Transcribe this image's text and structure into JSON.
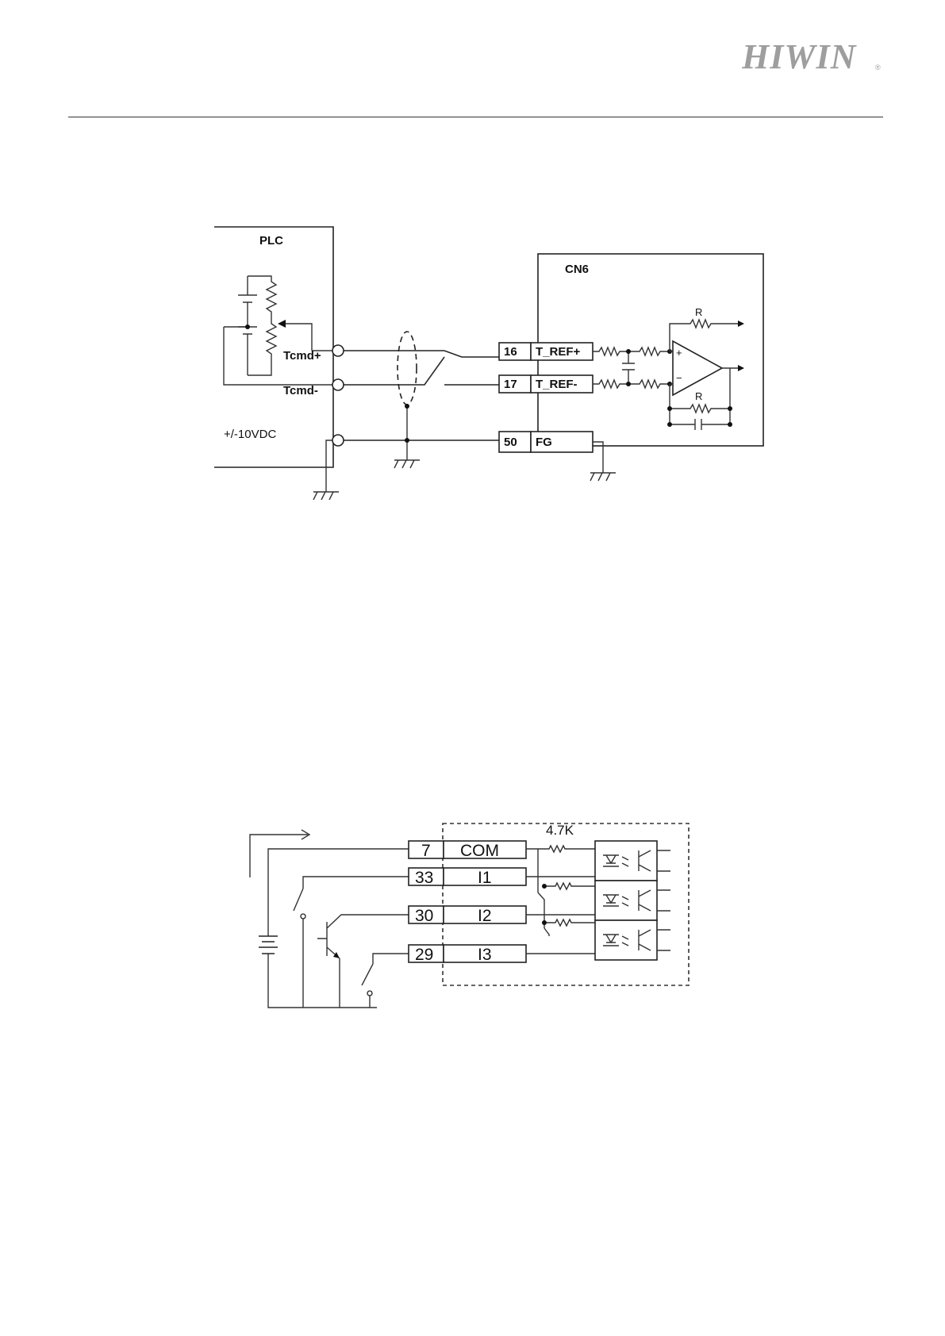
{
  "header": {
    "brand": "HIWIN",
    "registered_mark": "®"
  },
  "diagram_plc": {
    "plc_label": "PLC",
    "cn6_label": "CN6",
    "tcmd_plus": "Tcmd+",
    "tcmd_minus": "Tcmd-",
    "voltage": "+/-10VDC",
    "pins": [
      {
        "number": "16",
        "signal": "T_REF+"
      },
      {
        "number": "17",
        "signal": "T_REF-"
      },
      {
        "number": "50",
        "signal": "FG"
      }
    ],
    "resistor_label_top": "R",
    "resistor_label_bottom": "R",
    "opamp_plus": "+",
    "opamp_minus": "−"
  },
  "diagram_io": {
    "resistor_value": "4.7K",
    "pins": [
      {
        "number": "7",
        "signal": "COM"
      },
      {
        "number": "33",
        "signal": "I1"
      },
      {
        "number": "30",
        "signal": "I2"
      },
      {
        "number": "29",
        "signal": "I3"
      }
    ]
  }
}
